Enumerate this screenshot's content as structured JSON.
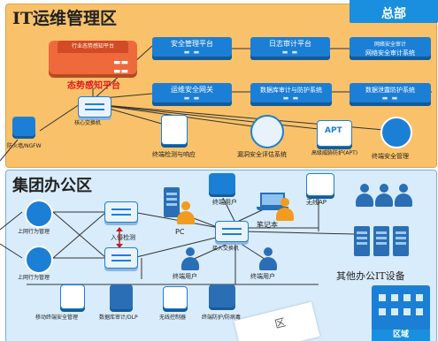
{
  "hq_badge": {
    "line2": "总部"
  },
  "zones": {
    "it": {
      "title": "IT运维管理区"
    },
    "office": {
      "title": "集团办公区"
    }
  },
  "platforms": {
    "situation_awareness_top": "行业态势感知平台",
    "situation_awareness": "态势感知平台",
    "security_mgmt": "安全管理平台",
    "log_audit": "日志审计平台",
    "network_audit_top": "网络安全审计",
    "network_audit": "网络安全审计系统",
    "ops_gateway": "运维安全网关",
    "db_audit": "数据库审计与防护系统",
    "data_leak": "数据泄露防护系统"
  },
  "it_devices": {
    "firewall": "防火墙/NGFW",
    "switch": "核心交换机",
    "terminal": "终端检测与响应",
    "vuln_scan": "漏洞安全评估系统",
    "apt": "高级威胁防护(APT)",
    "apt_screen": "APT",
    "threat_mgmt": "终端安全管理"
  },
  "office_devices": {
    "behavior_mgmt_1": "上网行为管理",
    "behavior_mgmt_2": "上网行为管理",
    "ids": "入侵检测",
    "pc": "PC",
    "laptop": "笔记本",
    "wireless_ap": "无线AP",
    "endpoint_1": "终端用户",
    "endpoint_2": "终端用户",
    "access_switch": "接入交换机",
    "other_devices": "其他办公IT设备",
    "mobile_security": "移动终端安全管理",
    "db_audit_dlp": "数据库审计/DLP",
    "wireless_controller": "无线控制器",
    "endpoint_protection": "终端防护/防病毒"
  },
  "watermark": "区",
  "region_badge": "区域"
}
